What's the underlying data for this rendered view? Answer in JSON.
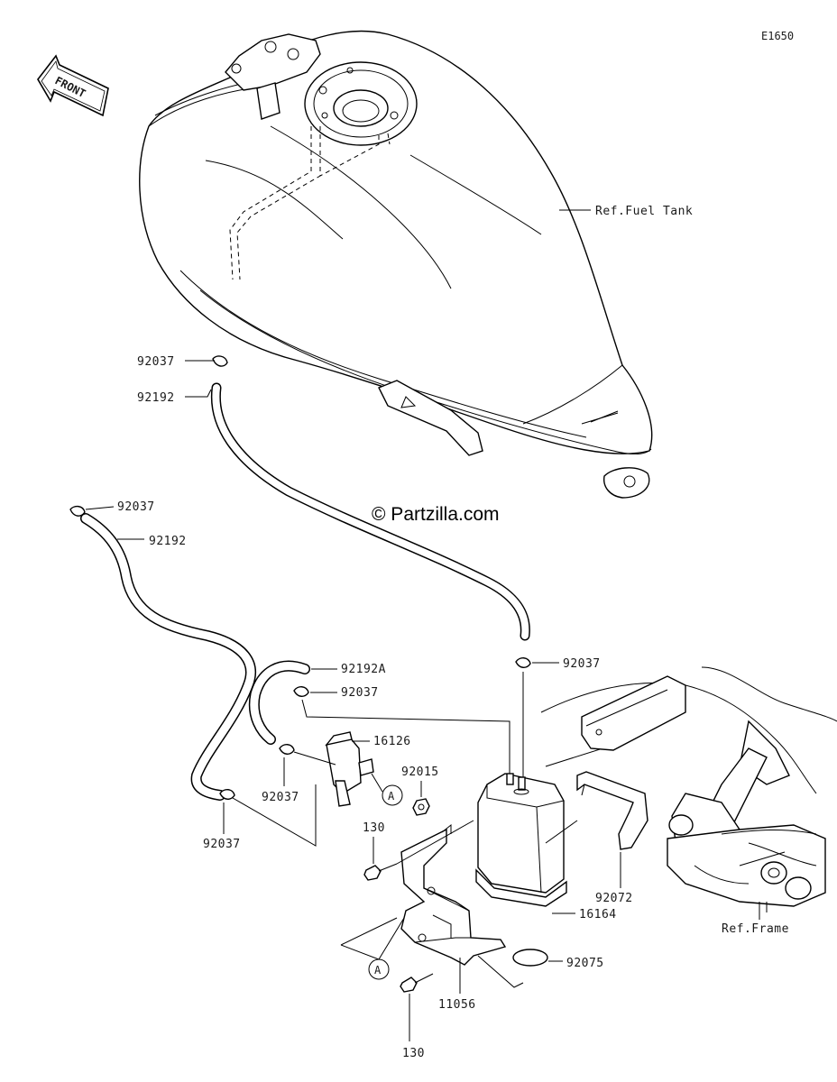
{
  "diagram_code": "E1650",
  "front_label": "FRONT",
  "watermark": "© Partzilla.com",
  "refs": {
    "fuel_tank": "Ref.Fuel Tank",
    "frame": "Ref.Frame"
  },
  "callout_letter": "A",
  "parts": {
    "clamp_92037": "92037",
    "hose_92192": "92192",
    "hose_92192a": "92192A",
    "valve_16126": "16126",
    "nut_92015": "92015",
    "bolt_130": "130",
    "band_92072": "92072",
    "canister_16164": "16164",
    "cap_92075": "92075",
    "bracket_11056": "11056"
  }
}
